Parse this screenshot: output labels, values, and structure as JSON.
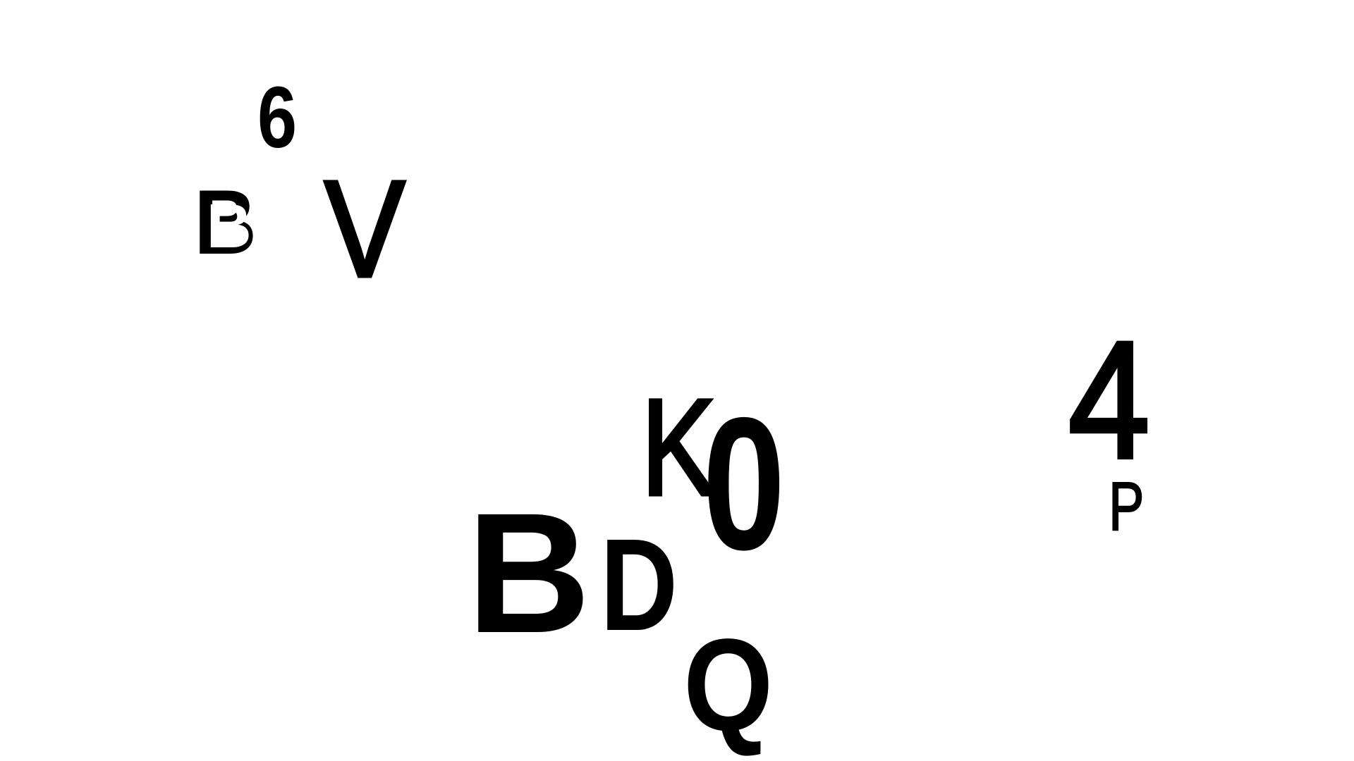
{
  "canvas": {
    "background_color": "#ffffff",
    "glyph_color": "#000000"
  },
  "glyphs": [
    "6",
    "B",
    "B",
    "V",
    "K",
    "0",
    "4",
    "P",
    "B",
    "D",
    "Q"
  ]
}
